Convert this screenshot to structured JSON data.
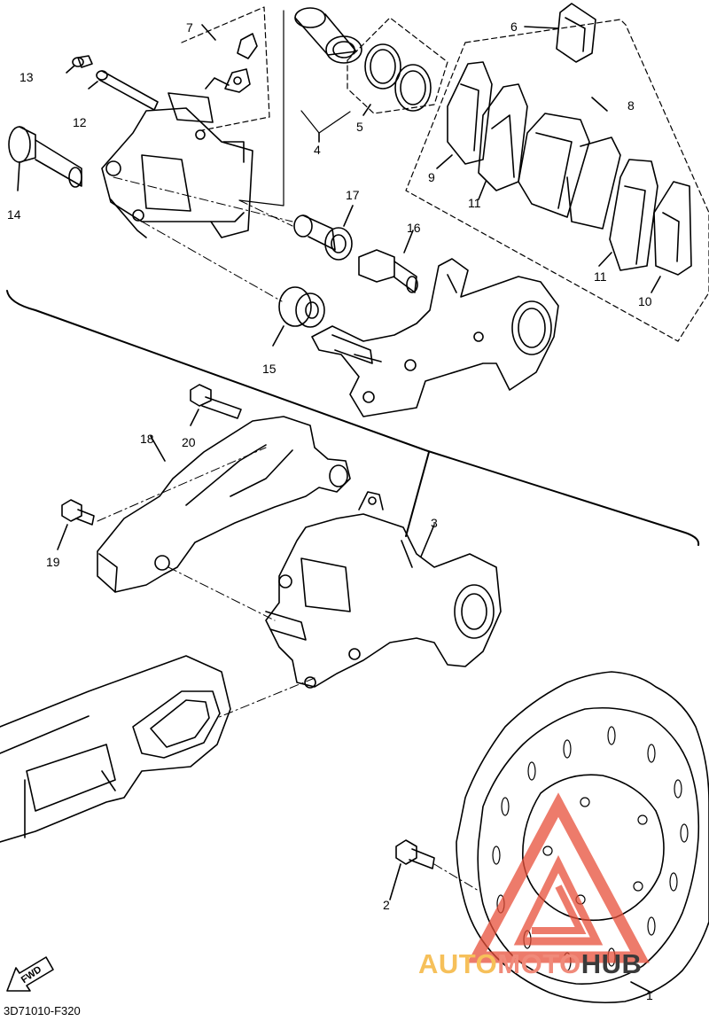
{
  "diagram": {
    "part_labels": {
      "p1": "1",
      "p2": "2",
      "p3": "3",
      "p4": "4",
      "p5": "5",
      "p6": "6",
      "p7": "7",
      "p8": "8",
      "p9": "9",
      "p10": "10",
      "p11a": "11",
      "p11b": "11",
      "p12": "12",
      "p13": "13",
      "p14": "14",
      "p15": "15",
      "p16": "16",
      "p17": "17",
      "p18": "18",
      "p19": "19",
      "p20": "20"
    },
    "fwd_label": "FWD",
    "drawing_code": "3D71010-F320"
  },
  "watermark": {
    "part1": "AUTO",
    "part2": "MOTO",
    "part3": "HUB",
    "colors": {
      "auto": "#f6c05a",
      "moto": "#f08a7a",
      "hub": "#3a3a3a",
      "triangle": "#e8503a"
    }
  }
}
